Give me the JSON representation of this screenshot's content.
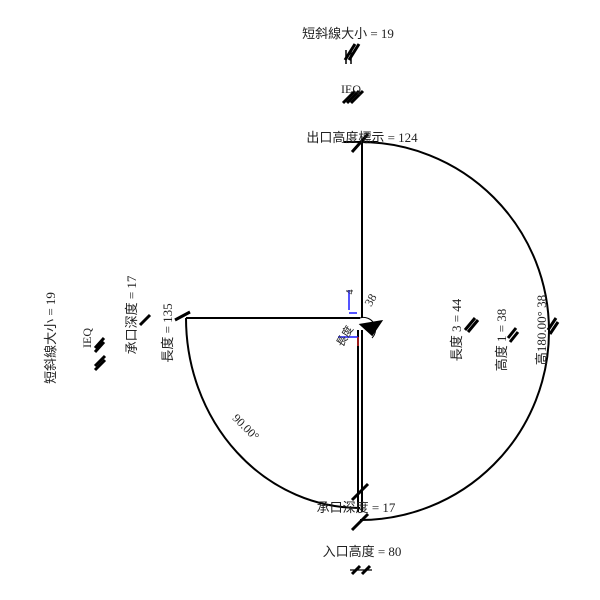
{
  "labels": {
    "top_slash_size": "短斜線大小 = 19",
    "top_ieq": "IEQ",
    "outlet_height": "出口高度標示 = 124",
    "left_slash_size": "短斜線大小 = 19",
    "left_ieq": "IEQ",
    "socket_depth_left": "承口深度 = 17",
    "length": "長度 = 135",
    "length3": "長度 3 = 44",
    "height1": "高度 1 = 38",
    "arc_label": "高180.00° 38",
    "socket_depth_bottom": "承口深度 = 17",
    "inlet_height": "入口高度 = 80",
    "angle_90": "90.00°",
    "center_dim": "38",
    "center_length": "長度",
    "center_tag": "4"
  },
  "colors": {
    "line": "#000000",
    "ref_axis": "#1a1aff",
    "ref_axis_red": "#cc2222"
  }
}
